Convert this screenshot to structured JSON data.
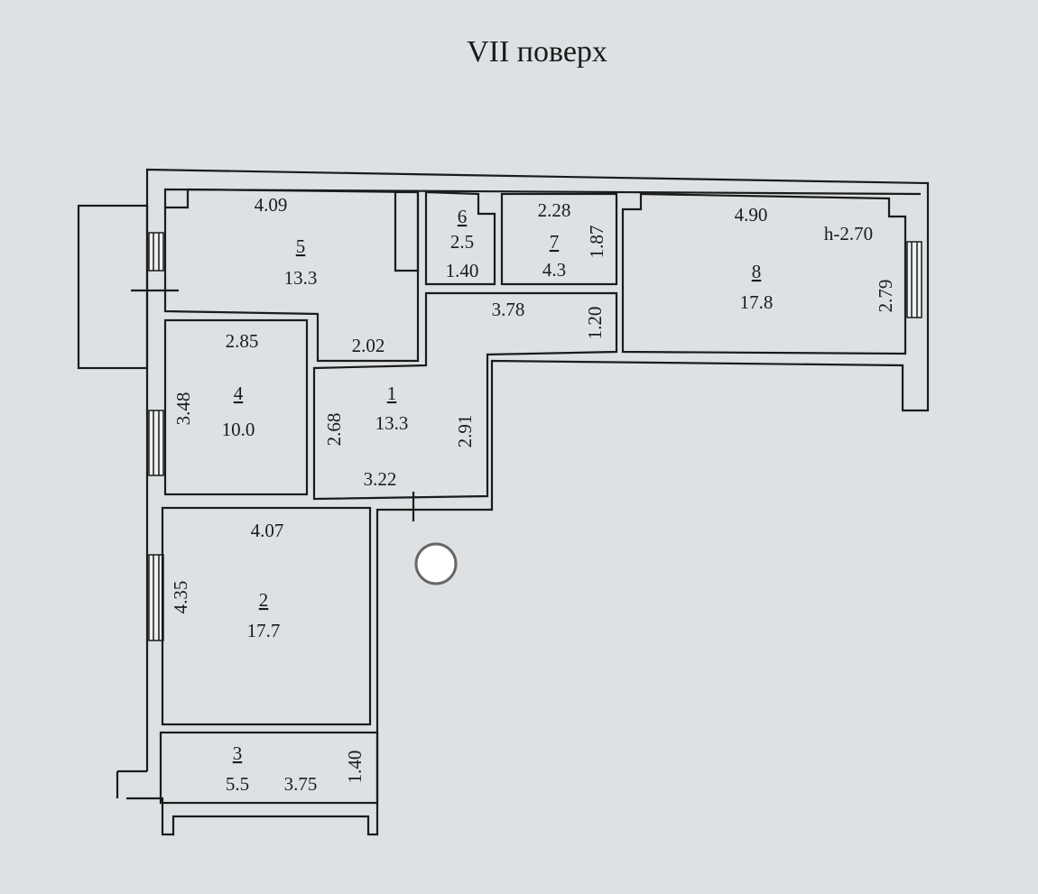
{
  "title": "VII поверх",
  "ceiling_height": "h-2.70",
  "rooms": [
    {
      "number": "1",
      "area": "13.3",
      "dims": [
        "3.78",
        "1.20",
        "2.68",
        "2.91",
        "3.22"
      ]
    },
    {
      "number": "2",
      "area": "17.7",
      "dims": [
        "4.07",
        "4.35"
      ]
    },
    {
      "number": "3",
      "area": "5.5",
      "dims": [
        "3.75",
        "1.40"
      ]
    },
    {
      "number": "4",
      "area": "10.0",
      "dims": [
        "2.85",
        "3.48"
      ]
    },
    {
      "number": "5",
      "area": "13.3",
      "dims": [
        "4.09",
        "2.02"
      ]
    },
    {
      "number": "6",
      "area": "2.5",
      "dims": [
        "1.40"
      ]
    },
    {
      "number": "7",
      "area": "4.3",
      "dims": [
        "2.28",
        "1.87"
      ]
    },
    {
      "number": "8",
      "area": "17.8",
      "dims": [
        "4.90",
        "2.79"
      ]
    }
  ]
}
